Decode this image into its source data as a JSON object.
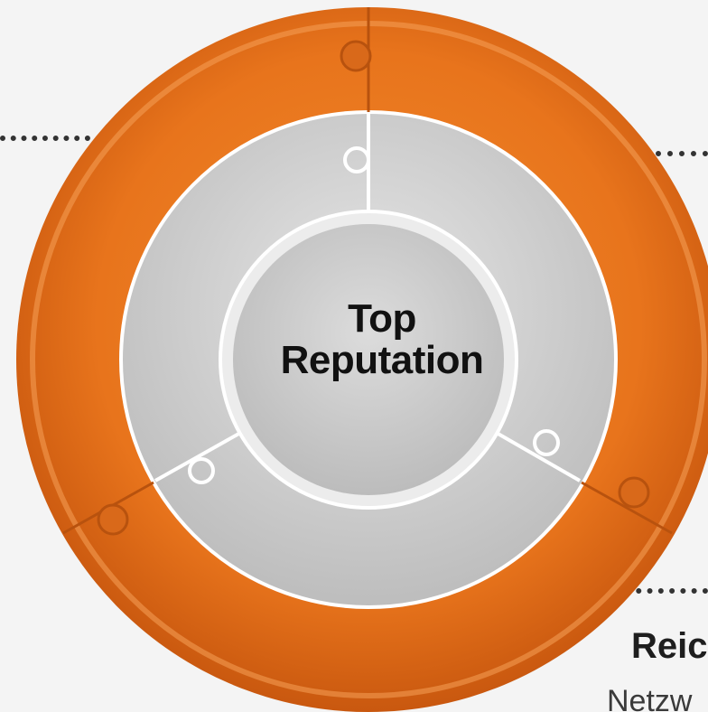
{
  "center": {
    "line1": "Top",
    "line2": "Reputation"
  },
  "side_text": {
    "heading": "Reic",
    "body": "Netzw"
  },
  "colors": {
    "outer_ring": "#e8741c",
    "inner_ring": "#d2d2d2",
    "hub": "#cfcfcf",
    "separator": "#ffffff"
  }
}
